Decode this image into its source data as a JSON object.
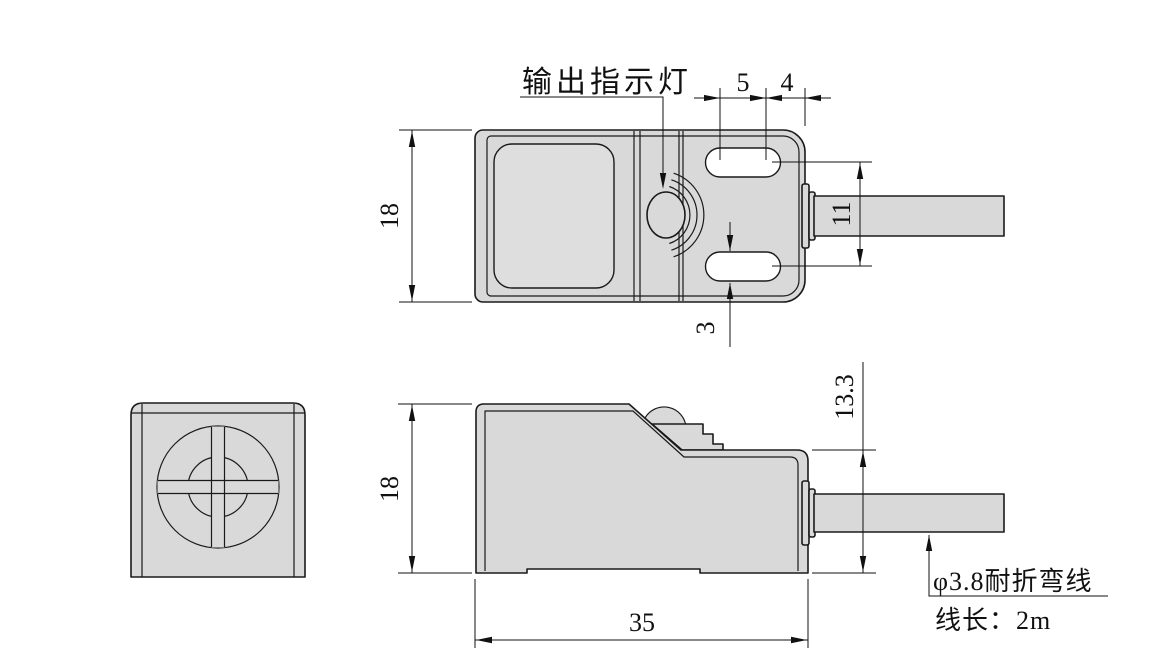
{
  "drawing": {
    "indicator_label": "输出指示灯",
    "cable_note_line1": "φ3.8耐折弯线",
    "cable_note_line2": "线长：2m"
  },
  "dimensions": {
    "top": {
      "height": "18",
      "slot_len": "5",
      "slot_to_edge": "4",
      "slot_pitch": "11",
      "slot_width": "3"
    },
    "side": {
      "height": "18",
      "length": "35",
      "tail_height": "13.3"
    }
  },
  "colors": {
    "body": "#d9d9d9",
    "line": "#1a1a1a",
    "background": "#ffffff"
  }
}
